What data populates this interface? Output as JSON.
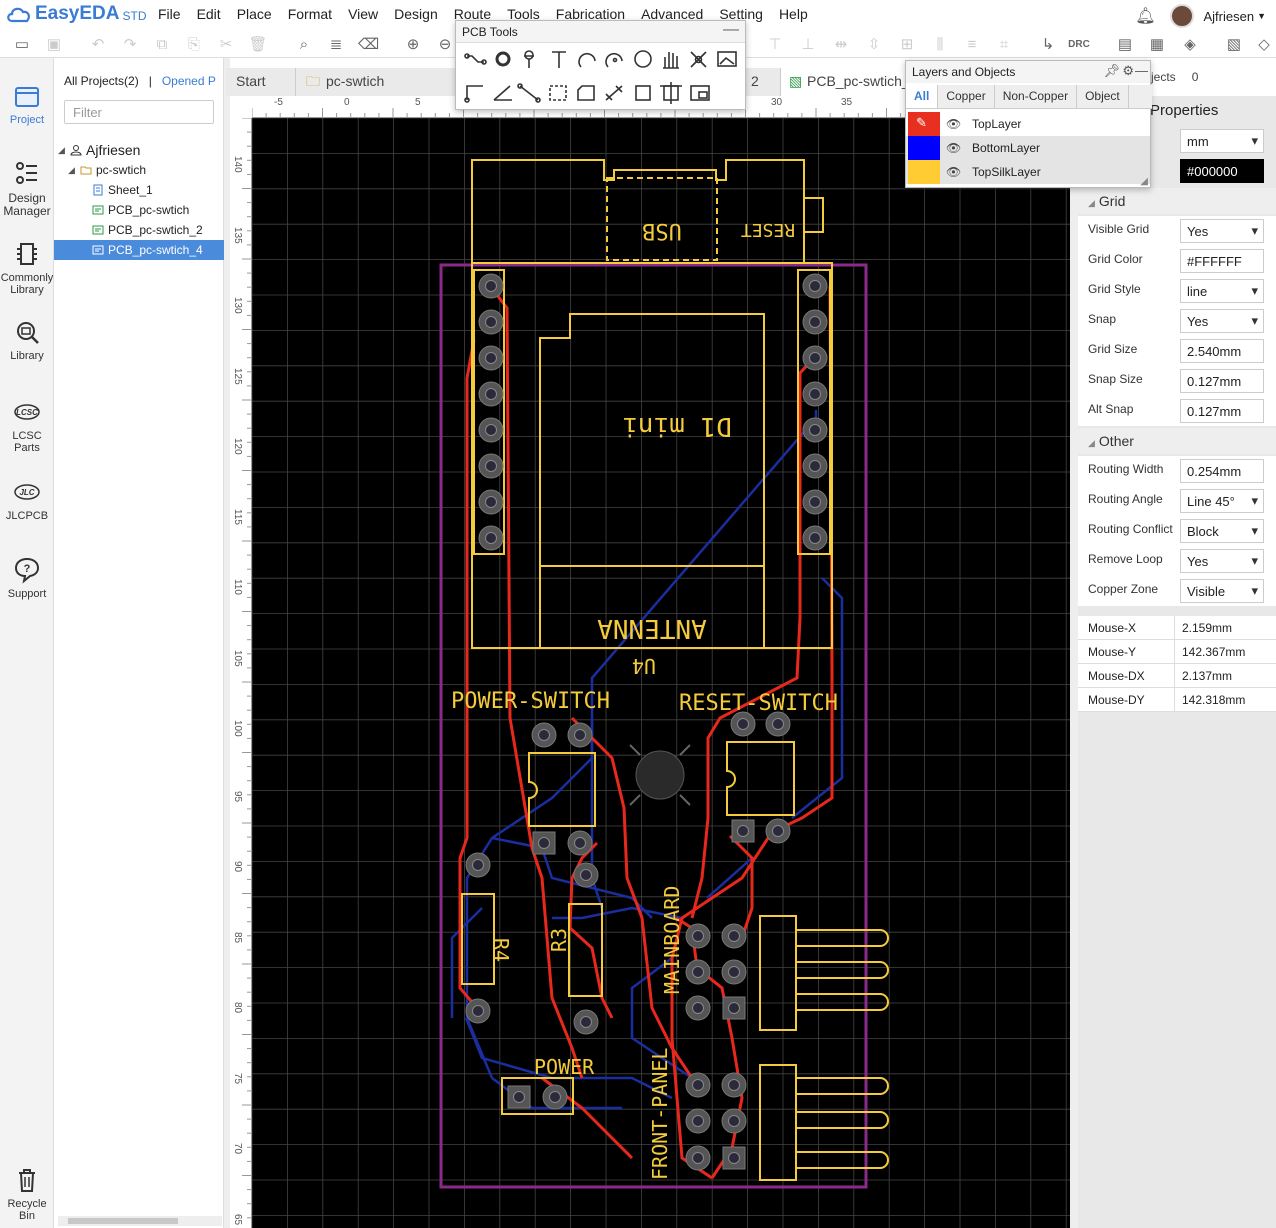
{
  "app": {
    "logo": "EasyEDA",
    "edition": "STD",
    "user": "Ajfriesen"
  },
  "menu": [
    "File",
    "Edit",
    "Place",
    "Format",
    "View",
    "Design",
    "Route",
    "Tools",
    "Fabrication",
    "Advanced",
    "Setting",
    "Help"
  ],
  "toolbar": {
    "drc": "DRC"
  },
  "rail": [
    {
      "label": "Project",
      "icon": "project-icon"
    },
    {
      "label": "Design Manager",
      "icon": "design-manager-icon"
    },
    {
      "label": "Commonly Library",
      "icon": "commonly-library-icon"
    },
    {
      "label": "Library",
      "icon": "library-icon"
    },
    {
      "label": "LCSC Parts",
      "icon": "lcsc-icon"
    },
    {
      "label": "JLCPCB",
      "icon": "jlcpcb-icon"
    },
    {
      "label": "Support",
      "icon": "support-icon"
    },
    {
      "label": "Recycle Bin",
      "icon": "recycle-bin-icon"
    }
  ],
  "project_panel": {
    "all_projects": "All Projects(2)",
    "opened": "Opened P",
    "filter_placeholder": "Filter",
    "tree": [
      {
        "label": "Ajfriesen"
      },
      {
        "label": "pc-swtich"
      },
      {
        "label": "Sheet_1"
      },
      {
        "label": "PCB_pc-swtich"
      },
      {
        "label": "PCB_pc-swtich_2"
      },
      {
        "label": "PCB_pc-swtich_4",
        "selected": true
      }
    ]
  },
  "tabs": [
    {
      "label": "Start"
    },
    {
      "label": "pc-swtich"
    },
    {
      "label": "2"
    },
    {
      "label": "PCB_pc-swtich_"
    }
  ],
  "ruler_top": [
    "-5",
    "0",
    "5",
    "30",
    "35"
  ],
  "ruler_left": [
    "140",
    "135",
    "130",
    "125",
    "120",
    "115",
    "110",
    "105",
    "100",
    "95",
    "90",
    "85",
    "80",
    "75",
    "70",
    "65"
  ],
  "pcb_tools": {
    "title": "PCB Tools"
  },
  "layers_panel": {
    "title": "Layers and Objects",
    "tabs": [
      "All",
      "Copper",
      "Non-Copper",
      "Object"
    ],
    "layers": [
      {
        "name": "TopLayer",
        "color": "#e83020"
      },
      {
        "name": "BottomLayer",
        "color": "#0000ff"
      },
      {
        "name": "TopSilkLayer",
        "color": "#ffcc33"
      }
    ],
    "objects_label": "jects",
    "objects_count": "0"
  },
  "board": {
    "labels": {
      "usb": "USB",
      "reset": "RESET",
      "d1": "D1 mini",
      "antenna": "ANTENNA",
      "u4": "U4",
      "power_switch": "POWER-SWITCH",
      "reset_switch": "RESET-SWITCH",
      "r4": "R4",
      "r3": "R3",
      "mainboard": "MAINBOARD",
      "power": "POWER",
      "front_panel": "FRONT-PANEL"
    }
  },
  "properties": {
    "title": "Properties",
    "units": "mm",
    "bg_color": "#000000",
    "grid_title": "Grid",
    "grid": [
      {
        "label": "Visible Grid",
        "value": "Yes",
        "select": true
      },
      {
        "label": "Grid Color",
        "value": "#FFFFFF",
        "select": false
      },
      {
        "label": "Grid Style",
        "value": "line",
        "select": true
      },
      {
        "label": "Snap",
        "value": "Yes",
        "select": true
      },
      {
        "label": "Grid Size",
        "value": "2.540mm",
        "select": false
      },
      {
        "label": "Snap Size",
        "value": "0.127mm",
        "select": false
      },
      {
        "label": "Alt Snap",
        "value": "0.127mm",
        "select": false
      }
    ],
    "other_title": "Other",
    "other": [
      {
        "label": "Routing Width",
        "value": "0.254mm",
        "select": false
      },
      {
        "label": "Routing Angle",
        "value": "Line 45°",
        "select": true
      },
      {
        "label": "Routing Conflict",
        "value": "Block",
        "select": true
      },
      {
        "label": "Remove Loop",
        "value": "Yes",
        "select": true
      },
      {
        "label": "Copper Zone",
        "value": "Visible",
        "select": true
      }
    ],
    "mouse": [
      {
        "label": "Mouse-X",
        "value": "2.159mm"
      },
      {
        "label": "Mouse-Y",
        "value": "142.367mm"
      },
      {
        "label": "Mouse-DX",
        "value": "2.137mm"
      },
      {
        "label": "Mouse-DY",
        "value": "142.318mm"
      }
    ]
  }
}
